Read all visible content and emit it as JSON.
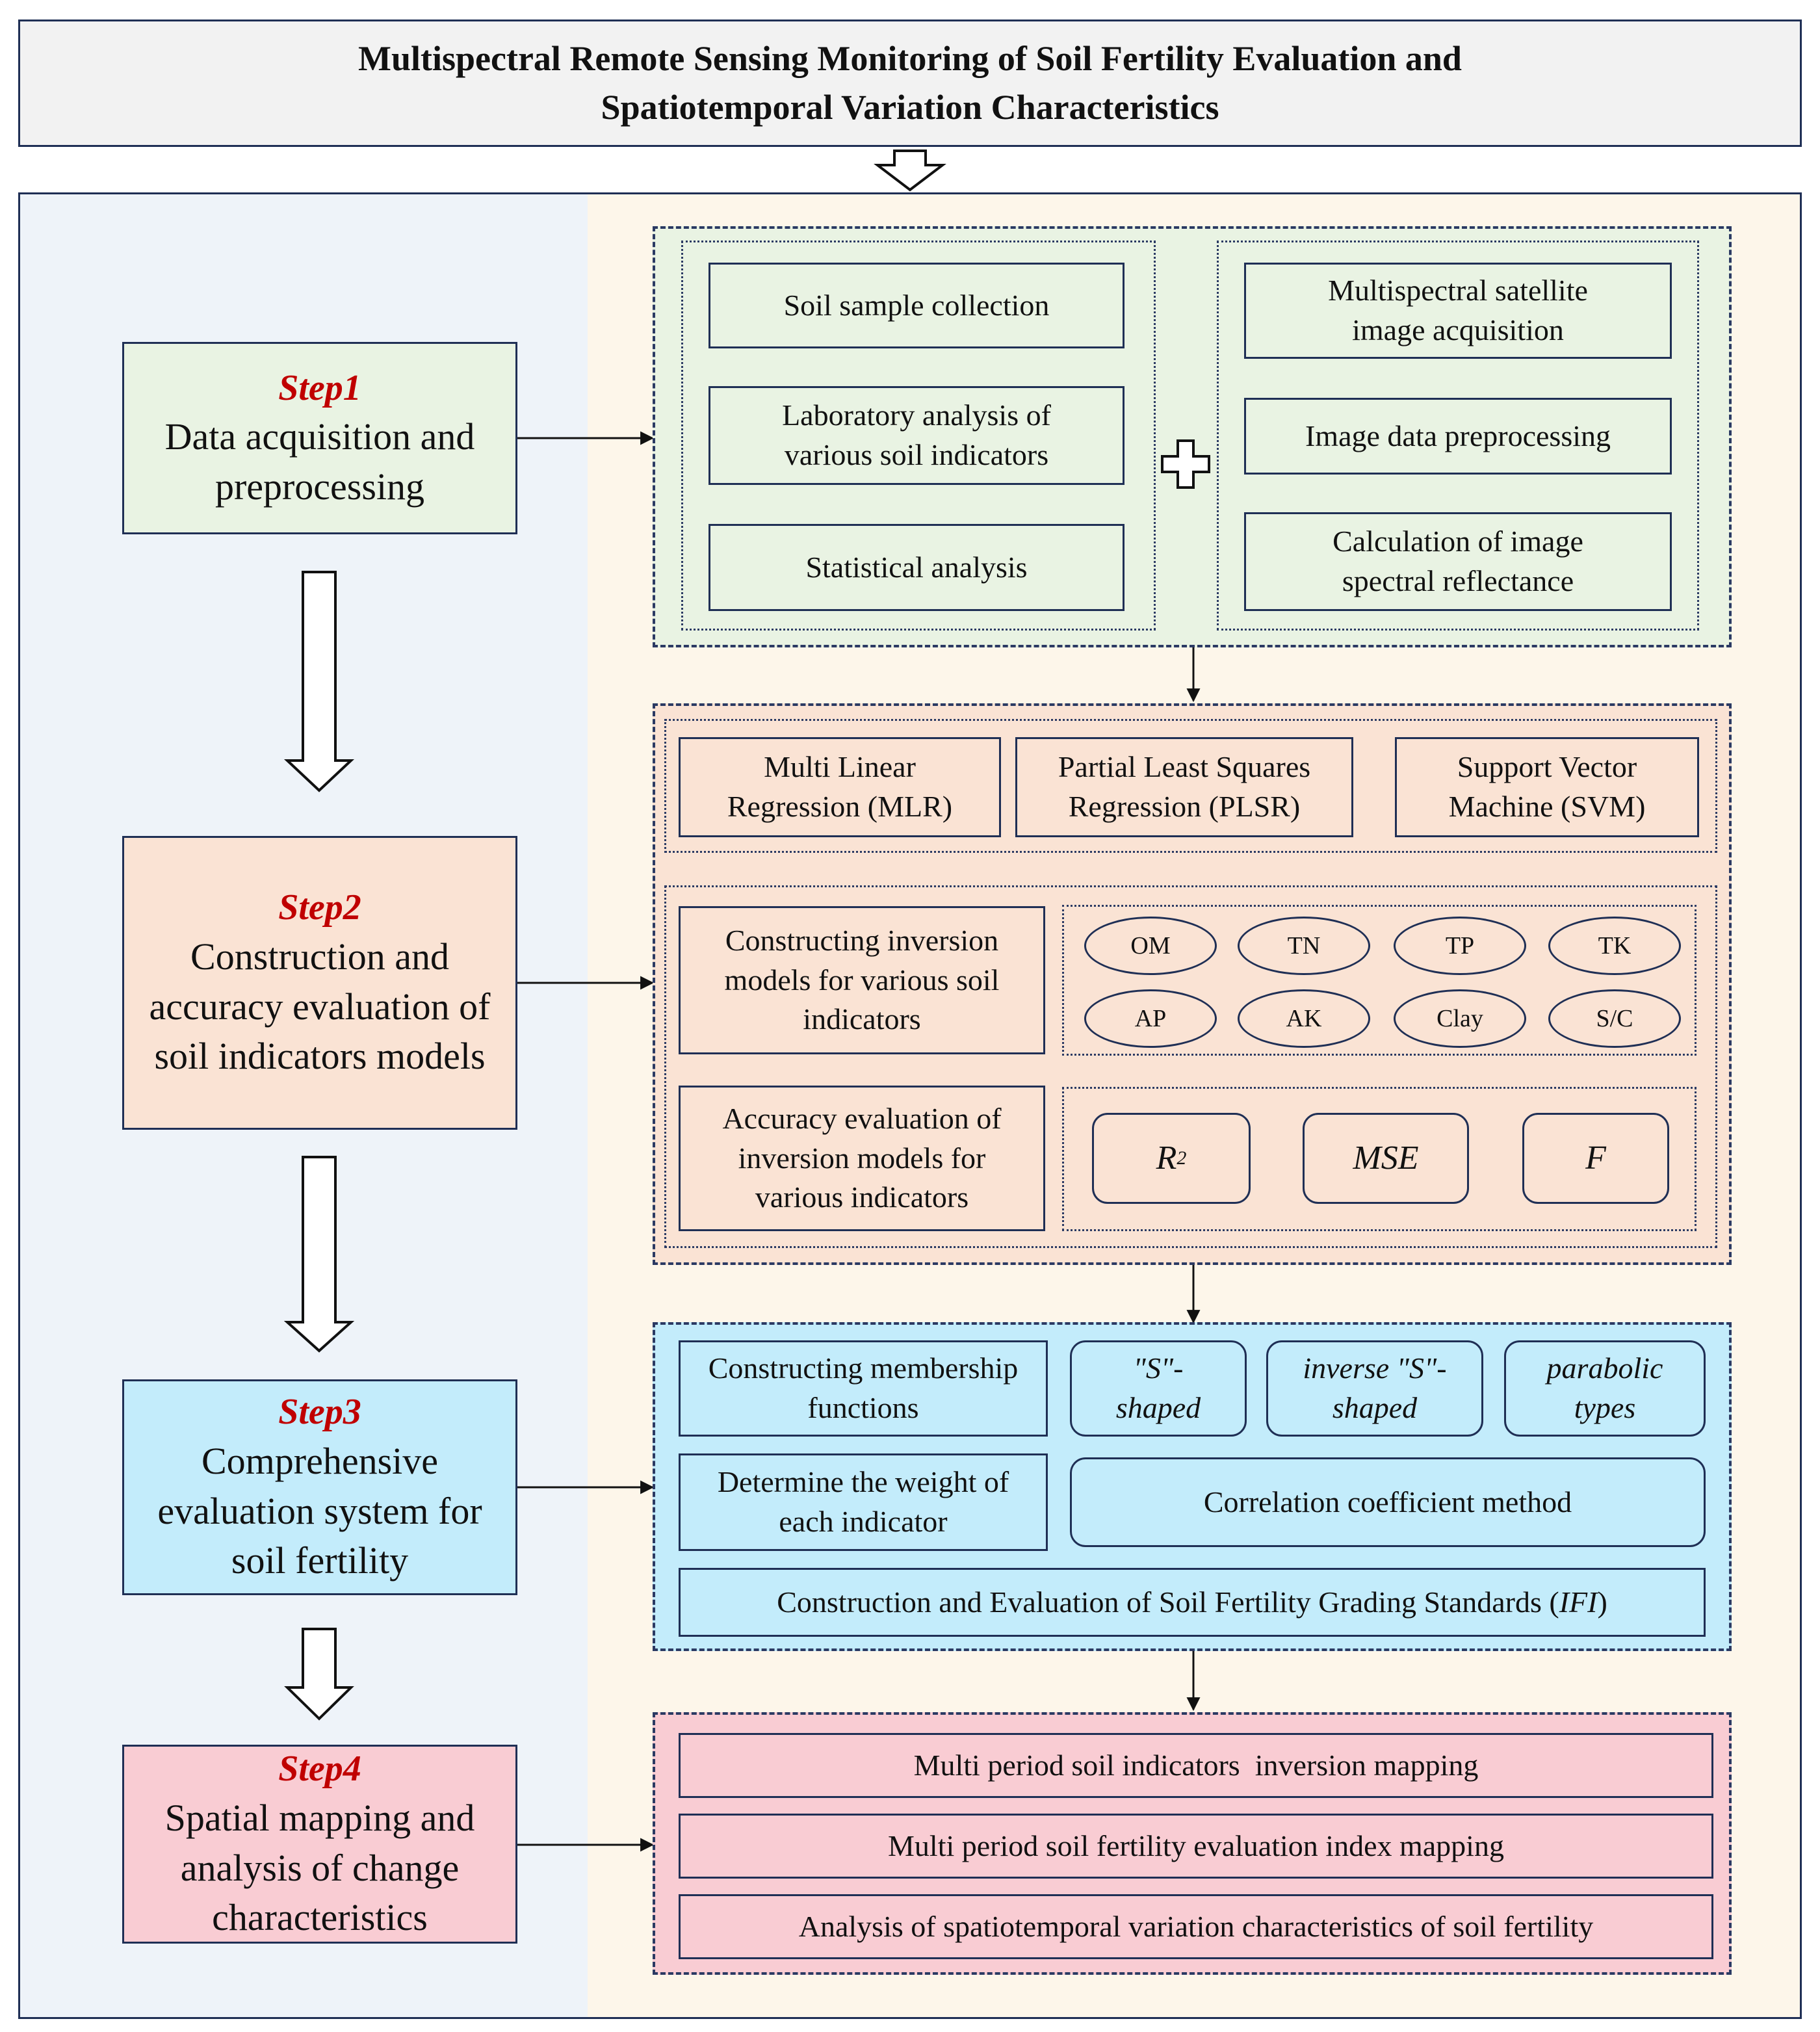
{
  "title": {
    "line1": "Multispectral Remote Sensing Monitoring of Soil Fertility Evaluation and",
    "line2": "Spatiotemporal Variation Characteristics"
  },
  "steps": [
    {
      "name": "Step1",
      "desc": "Data acquisition and preprocessing"
    },
    {
      "name": "Step2",
      "desc": "Construction and accuracy evaluation of soil indicators models"
    },
    {
      "name": "Step3",
      "desc": "Comprehensive evaluation system for soil fertility"
    },
    {
      "name": "Step4",
      "desc": "Spatial mapping and analysis of change characteristics"
    }
  ],
  "stage1": {
    "plus": "+",
    "left": [
      "Soil sample collection",
      "Laboratory analysis of various soil indicators",
      "Statistical analysis"
    ],
    "right": [
      "Multispectral satellite image acquisition",
      "Image data preprocessing",
      "Calculation of image spectral reflectance"
    ]
  },
  "stage2": {
    "methods": [
      "Multi Linear Regression (MLR)",
      "Partial Least Squares Regression (PLSR)",
      "Support Vector Machine (SVM)"
    ],
    "construct": "Constructing inversion models for various soil indicators",
    "indicators": [
      "OM",
      "TN",
      "TP",
      "TK",
      "AP",
      "AK",
      "Clay",
      "S/C"
    ],
    "accuracy": "Accuracy evaluation of inversion models for various indicators",
    "metrics": {
      "r": "R",
      "r_sup": "2",
      "mse": "MSE",
      "f": "F"
    }
  },
  "stage3": {
    "membership": "Constructing membership functions",
    "types": [
      "\"S\"-shaped",
      "inverse \"S\"-shaped",
      "parabolic types"
    ],
    "weight": "Determine the weight of each indicator",
    "correlation": "Correlation coefficient method",
    "grading": "Construction and Evaluation of Soil Fertility Grading Standards (",
    "grading_ifi": "IFI",
    "grading_close": ")"
  },
  "stage4": {
    "items": [
      "Multi period soil indicators  inversion mapping",
      "Multi period soil fertility evaluation index mapping",
      "Analysis of spatiotemporal variation characteristics of soil fertility"
    ]
  }
}
